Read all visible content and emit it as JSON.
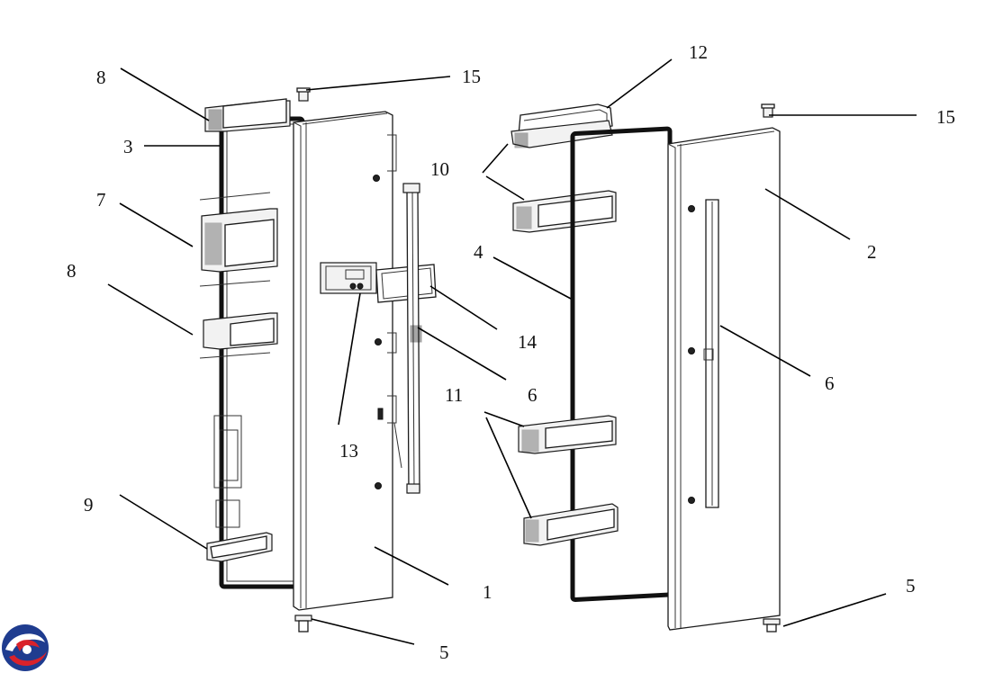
{
  "callouts": [
    {
      "id": "c1",
      "label": "1"
    },
    {
      "id": "c2",
      "label": "2"
    },
    {
      "id": "c3",
      "label": "3"
    },
    {
      "id": "c4",
      "label": "4"
    },
    {
      "id": "c5a",
      "label": "5"
    },
    {
      "id": "c5b",
      "label": "5"
    },
    {
      "id": "c6a",
      "label": "6"
    },
    {
      "id": "c6b",
      "label": "6"
    },
    {
      "id": "c7",
      "label": "7"
    },
    {
      "id": "c8a",
      "label": "8"
    },
    {
      "id": "c8b",
      "label": "8"
    },
    {
      "id": "c9",
      "label": "9"
    },
    {
      "id": "c10",
      "label": "10"
    },
    {
      "id": "c11",
      "label": "11"
    },
    {
      "id": "c12",
      "label": "12"
    },
    {
      "id": "c13",
      "label": "13"
    },
    {
      "id": "c14",
      "label": "14"
    },
    {
      "id": "c15a",
      "label": "15"
    },
    {
      "id": "c15b",
      "label": "15"
    }
  ],
  "logo": {
    "icon": "brand-logo-icon",
    "colors": [
      "#1f3c8f",
      "#d9222a"
    ]
  }
}
